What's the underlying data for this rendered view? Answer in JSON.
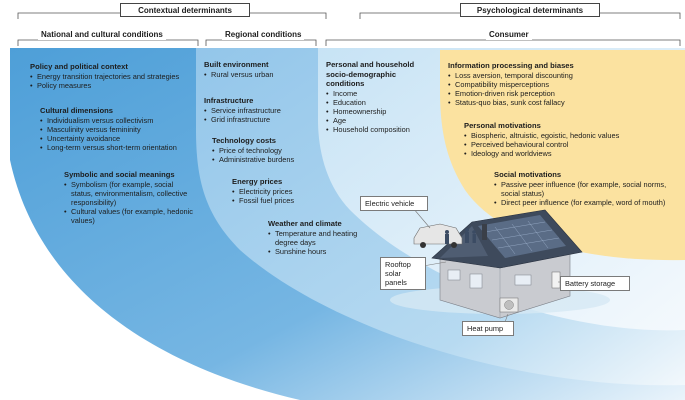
{
  "headers": {
    "contextual": "Contextual determinants",
    "psychological": "Psychological determinants"
  },
  "columns": {
    "national": "National and cultural conditions",
    "regional": "Regional conditions",
    "consumer": "Consumer"
  },
  "national": {
    "policy": {
      "title": "Policy and political context",
      "items": [
        "Energy transition trajectories and strategies",
        "Policy measures"
      ]
    },
    "cultural": {
      "title": "Cultural dimensions",
      "items": [
        "Individualism versus collectivism",
        "Masculinity versus femininity",
        "Uncertainty avoidance",
        "Long-term versus short-term orientation"
      ]
    },
    "symbolic": {
      "title": "Symbolic and social meanings",
      "items": [
        "Symbolism (for example, social status, environmentalism, collective responsibility)",
        "Cultural values (for example, hedonic values)"
      ]
    }
  },
  "regional": {
    "built": {
      "title": "Built environment",
      "items": [
        "Rural versus urban"
      ]
    },
    "infra": {
      "title": "Infrastructure",
      "items": [
        "Service infrastructure",
        "Grid infrastructure"
      ]
    },
    "tech": {
      "title": "Technology costs",
      "items": [
        "Price of technology",
        "Administrative burdens"
      ]
    },
    "energy": {
      "title": "Energy prices",
      "items": [
        "Electricity prices",
        "Fossil fuel prices"
      ]
    },
    "weather": {
      "title": "Weather and climate",
      "items": [
        "Temperature and heating degree days",
        "Sunshine hours"
      ]
    }
  },
  "consumer": {
    "personal": {
      "title": "Personal and household socio-demographic conditions",
      "items": [
        "Income",
        "Education",
        "Homeownership",
        "Age",
        "Household composition"
      ]
    }
  },
  "psych": {
    "info": {
      "title": "Information processing and biases",
      "items": [
        "Loss aversion, temporal discounting",
        "Compatibility misperceptions",
        "Emotion-driven risk perception",
        "Status-quo bias, sunk cost fallacy"
      ]
    },
    "motivations": {
      "title": "Personal motivations",
      "items": [
        "Biospheric, altruistic, egoistic, hedonic values",
        "Perceived behavioural control",
        "Ideology and worldviews"
      ]
    },
    "social": {
      "title": "Social motivations",
      "items": [
        "Passive peer influence (for example, social norms, social status)",
        "Direct peer influence (for example, word of mouth)"
      ]
    }
  },
  "callouts": {
    "ev": "Electric vehicle",
    "solar": "Rooftop solar panels",
    "battery": "Battery storage",
    "heatpump": "Heat pump"
  },
  "colors": {
    "outer_blue": "#5aa5d9",
    "mid_blue": "#9ccbea",
    "inner_blue": "#cfe6f6",
    "psych_yellow": "#fbe3a4"
  },
  "icons": [
    "electric-vehicle-icon",
    "charging-station-icon",
    "person-icon",
    "house-icon",
    "solar-panel-icon",
    "battery-icon",
    "heat-pump-icon"
  ]
}
